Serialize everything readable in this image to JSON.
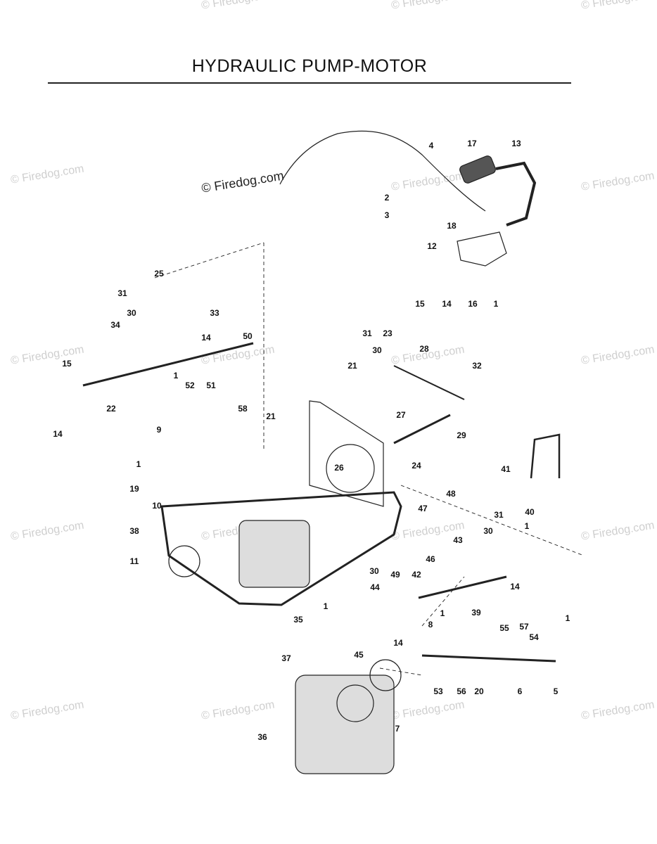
{
  "title": "HYDRAULIC PUMP-MOTOR",
  "watermark": "© Firedog.com",
  "part_labels": [
    {
      "id": "l4",
      "text": "4"
    },
    {
      "id": "l17",
      "text": "17"
    },
    {
      "id": "l13",
      "text": "13"
    },
    {
      "id": "l2",
      "text": "2"
    },
    {
      "id": "l3",
      "text": "3"
    },
    {
      "id": "l18",
      "text": "18"
    },
    {
      "id": "l12",
      "text": "12"
    },
    {
      "id": "l15a",
      "text": "15"
    },
    {
      "id": "l14a",
      "text": "14"
    },
    {
      "id": "l16",
      "text": "16"
    },
    {
      "id": "l1a",
      "text": "1"
    },
    {
      "id": "l25",
      "text": "25"
    },
    {
      "id": "l31a",
      "text": "31"
    },
    {
      "id": "l30a",
      "text": "30"
    },
    {
      "id": "l33",
      "text": "33"
    },
    {
      "id": "l34",
      "text": "34"
    },
    {
      "id": "l14b",
      "text": "14"
    },
    {
      "id": "l50",
      "text": "50"
    },
    {
      "id": "l15b",
      "text": "15"
    },
    {
      "id": "l1b",
      "text": "1"
    },
    {
      "id": "l52",
      "text": "52"
    },
    {
      "id": "l51",
      "text": "51"
    },
    {
      "id": "l22",
      "text": "22"
    },
    {
      "id": "l58",
      "text": "58"
    },
    {
      "id": "l14c",
      "text": "14"
    },
    {
      "id": "l31b",
      "text": "31"
    },
    {
      "id": "l23",
      "text": "23"
    },
    {
      "id": "l30b",
      "text": "30"
    },
    {
      "id": "l28",
      "text": "28"
    },
    {
      "id": "l21a",
      "text": "21"
    },
    {
      "id": "l32",
      "text": "32"
    },
    {
      "id": "l27",
      "text": "27"
    },
    {
      "id": "l29",
      "text": "29"
    },
    {
      "id": "l21b",
      "text": "21"
    },
    {
      "id": "l24",
      "text": "24"
    },
    {
      "id": "l9",
      "text": "9"
    },
    {
      "id": "l26",
      "text": "26"
    },
    {
      "id": "l1c",
      "text": "1"
    },
    {
      "id": "l41",
      "text": "41"
    },
    {
      "id": "l19",
      "text": "19"
    },
    {
      "id": "l48",
      "text": "48"
    },
    {
      "id": "l10",
      "text": "10"
    },
    {
      "id": "l47",
      "text": "47"
    },
    {
      "id": "l40",
      "text": "40"
    },
    {
      "id": "l31c",
      "text": "31"
    },
    {
      "id": "l38",
      "text": "38"
    },
    {
      "id": "l1d",
      "text": "1"
    },
    {
      "id": "l30c",
      "text": "30"
    },
    {
      "id": "l43",
      "text": "43"
    },
    {
      "id": "l11",
      "text": "11"
    },
    {
      "id": "l46",
      "text": "46"
    },
    {
      "id": "l30d",
      "text": "30"
    },
    {
      "id": "l49",
      "text": "49"
    },
    {
      "id": "l42",
      "text": "42"
    },
    {
      "id": "l14d",
      "text": "14"
    },
    {
      "id": "l44",
      "text": "44"
    },
    {
      "id": "l39",
      "text": "39"
    },
    {
      "id": "l1e",
      "text": "1"
    },
    {
      "id": "l35",
      "text": "35"
    },
    {
      "id": "l1f",
      "text": "1"
    },
    {
      "id": "l8",
      "text": "8"
    },
    {
      "id": "l55",
      "text": "55"
    },
    {
      "id": "l57",
      "text": "57"
    },
    {
      "id": "l1g",
      "text": "1"
    },
    {
      "id": "l14e",
      "text": "14"
    },
    {
      "id": "l54",
      "text": "54"
    },
    {
      "id": "l37",
      "text": "37"
    },
    {
      "id": "l45",
      "text": "45"
    },
    {
      "id": "l53",
      "text": "53"
    },
    {
      "id": "l56",
      "text": "56"
    },
    {
      "id": "l20",
      "text": "20"
    },
    {
      "id": "l6",
      "text": "6"
    },
    {
      "id": "l5",
      "text": "5"
    },
    {
      "id": "l7",
      "text": "7"
    },
    {
      "id": "l36",
      "text": "36"
    }
  ]
}
